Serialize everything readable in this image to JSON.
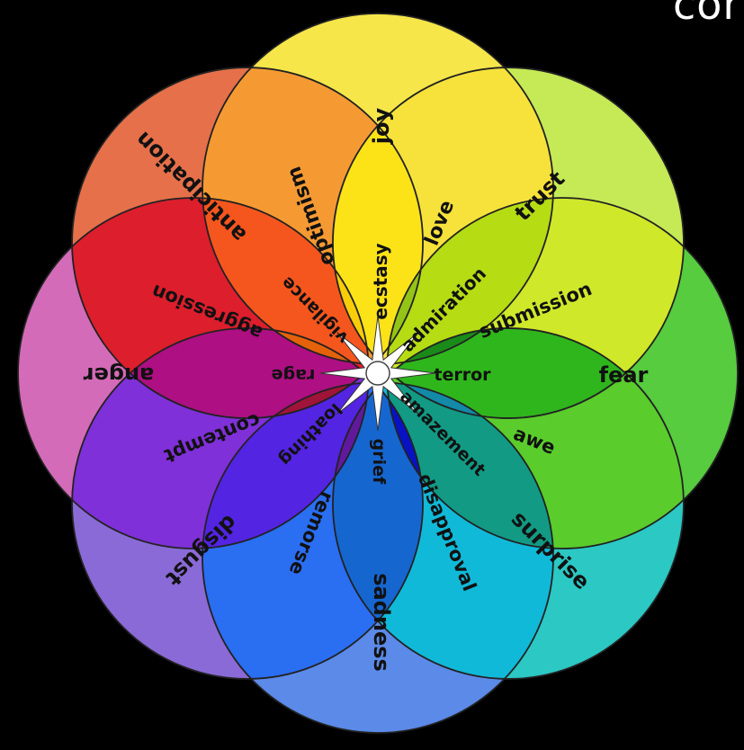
{
  "corner_text": "cor",
  "flower": {
    "background": "#000000",
    "outer_circles": [
      {
        "name": "joy",
        "color": "#f6e64a"
      },
      {
        "name": "trust",
        "color": "#c6ea56"
      },
      {
        "name": "fear",
        "color": "#56cc3e"
      },
      {
        "name": "surprise",
        "color": "#2bc8c4"
      },
      {
        "name": "sadness",
        "color": "#5b8ae8"
      },
      {
        "name": "disgust",
        "color": "#8a6ad6"
      },
      {
        "name": "anger",
        "color": "#d46bb8"
      },
      {
        "name": "anticipation",
        "color": "#e5704a"
      }
    ],
    "petal_colors": [
      "#f6e23a",
      "#cfe82a",
      "#5acc2c",
      "#11b9d8",
      "#2a6ef2",
      "#7f30d8",
      "#dd1e2c",
      "#f59a32"
    ],
    "middle_colors": [
      "#fce318",
      "#b6dc14",
      "#2fb61c",
      "#129a84",
      "#1666d0",
      "#5324e2",
      "#ae0f82",
      "#f5561e"
    ],
    "inner_colors": [
      "#f9cd08",
      "#93c416",
      "#1a8a18",
      "#128aa8",
      "#0812c4",
      "#60199c",
      "#a0143a",
      "#e5620a"
    ],
    "labels": [
      {
        "id": "joy",
        "text": "joy"
      },
      {
        "id": "trust",
        "text": "trust"
      },
      {
        "id": "fear",
        "text": "fear"
      },
      {
        "id": "surprise",
        "text": "surprise"
      },
      {
        "id": "sadness",
        "text": "sadness"
      },
      {
        "id": "disgust",
        "text": "disgust"
      },
      {
        "id": "anger",
        "text": "anger"
      },
      {
        "id": "anticipation",
        "text": "anticipation"
      },
      {
        "id": "love",
        "text": "love"
      },
      {
        "id": "submission",
        "text": "submission"
      },
      {
        "id": "awe",
        "text": "awe"
      },
      {
        "id": "disapproval",
        "text": "disapproval"
      },
      {
        "id": "remorse",
        "text": "remorse"
      },
      {
        "id": "contempt",
        "text": "contempt"
      },
      {
        "id": "aggression",
        "text": "aggression"
      },
      {
        "id": "optimism",
        "text": "optimism"
      },
      {
        "id": "ecstasy",
        "text": "ecstasy"
      },
      {
        "id": "admiration",
        "text": "admiration"
      },
      {
        "id": "terror",
        "text": "terror"
      },
      {
        "id": "amazement",
        "text": "amazement"
      },
      {
        "id": "grief",
        "text": "grief"
      },
      {
        "id": "loathing",
        "text": "loathing"
      },
      {
        "id": "rage",
        "text": "rage"
      },
      {
        "id": "vigilance",
        "text": "vigilance"
      }
    ]
  }
}
